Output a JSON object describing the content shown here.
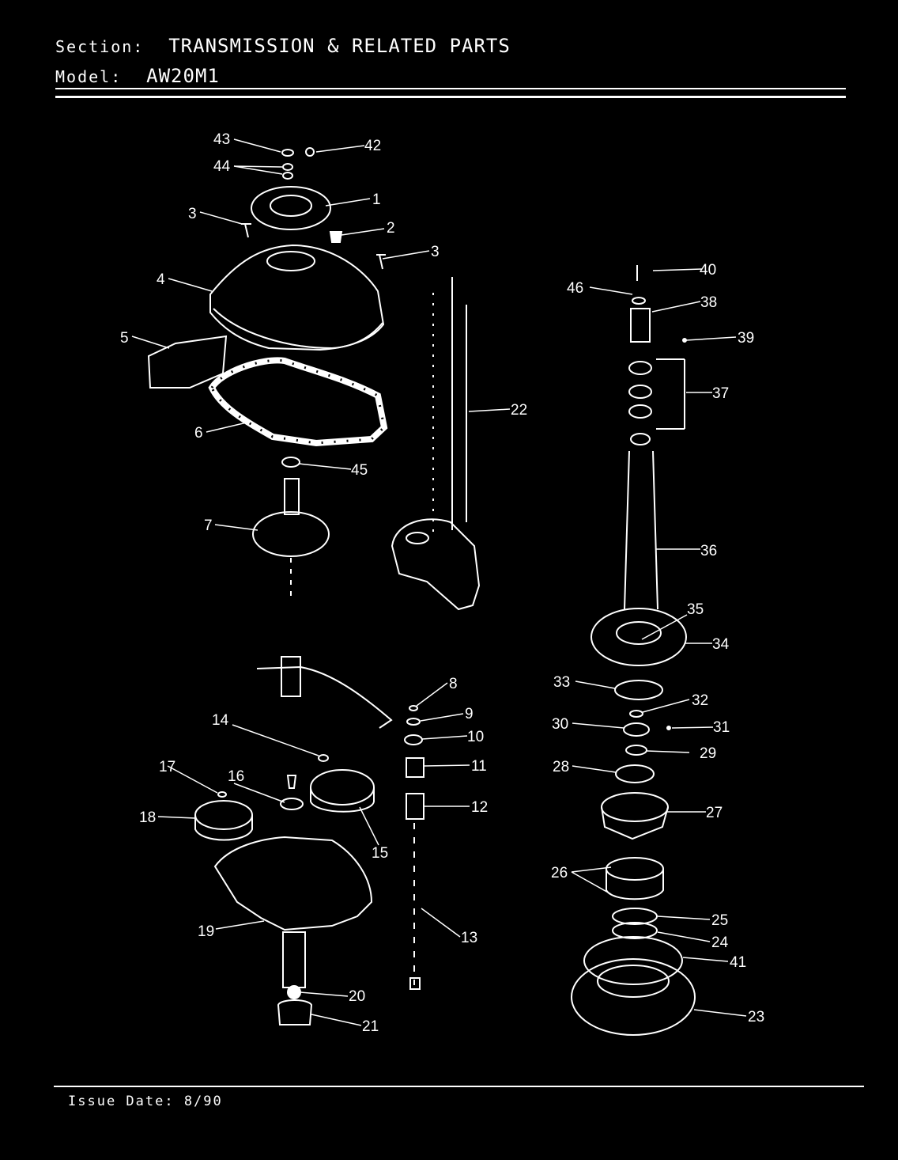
{
  "header": {
    "section_key": "Section:",
    "section_value": "TRANSMISSION & RELATED PARTS",
    "model_key": "Model:",
    "model_value": "AW20M1"
  },
  "footer": {
    "issue_date": "Issue Date: 8/90"
  },
  "callouts": [
    "1",
    "2",
    "3",
    "3",
    "4",
    "5",
    "6",
    "7",
    "8",
    "9",
    "10",
    "11",
    "12",
    "13",
    "14",
    "15",
    "16",
    "17",
    "18",
    "19",
    "20",
    "21",
    "22",
    "23",
    "24",
    "25",
    "26",
    "27",
    "28",
    "29",
    "30",
    "31",
    "32",
    "33",
    "34",
    "35",
    "36",
    "37",
    "38",
    "39",
    "40",
    "41",
    "42",
    "43",
    "44",
    "45",
    "46"
  ]
}
